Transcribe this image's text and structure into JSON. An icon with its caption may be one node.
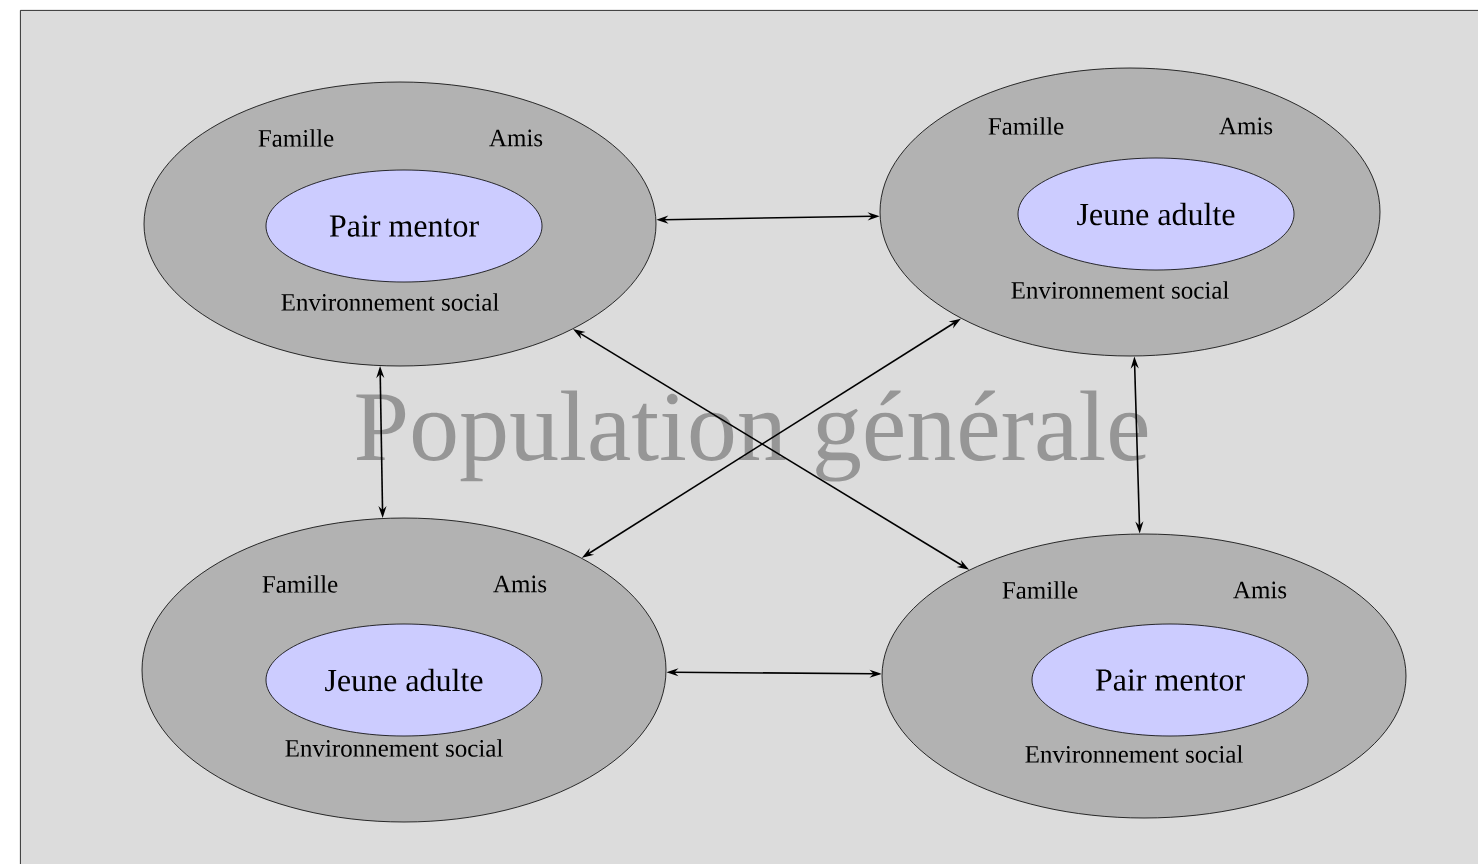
{
  "diagram": {
    "nodes": [
      {
        "text": [
          "Population générale"
        ]
      },
      {
        "text": [
          "Famille",
          "Amis",
          "Environnement social"
        ],
        "in": 0
      },
      {
        "text": [
          "Pair mentor"
        ],
        "in": 1
      },
      {
        "text": [
          "Famille",
          "Amis",
          "Environnement social"
        ],
        "in": 0
      },
      {
        "text": [
          "Jeune adulte"
        ],
        "in": 3
      },
      {
        "text": [
          "Famille",
          "Amis",
          "Environnement social"
        ],
        "in": 0
      },
      {
        "text": [
          "Jeune adulte"
        ],
        "in": 5
      },
      {
        "text": [
          "Famille",
          "Amis",
          "Environnement social"
        ],
        "in": 0
      },
      {
        "text": [
          "Pair mentor"
        ],
        "in": 7
      }
    ],
    "edges": [
      {
        "from": 1,
        "to": 3,
        "arrow": "both"
      },
      {
        "from": 1,
        "to": 5,
        "arrow": "both"
      },
      {
        "from": 1,
        "to": 7,
        "arrow": "both"
      },
      {
        "from": 3,
        "to": 5,
        "arrow": "both"
      },
      {
        "from": 3,
        "to": 7,
        "arrow": "both"
      },
      {
        "from": 5,
        "to": 7,
        "arrow": "both"
      }
    ]
  }
}
